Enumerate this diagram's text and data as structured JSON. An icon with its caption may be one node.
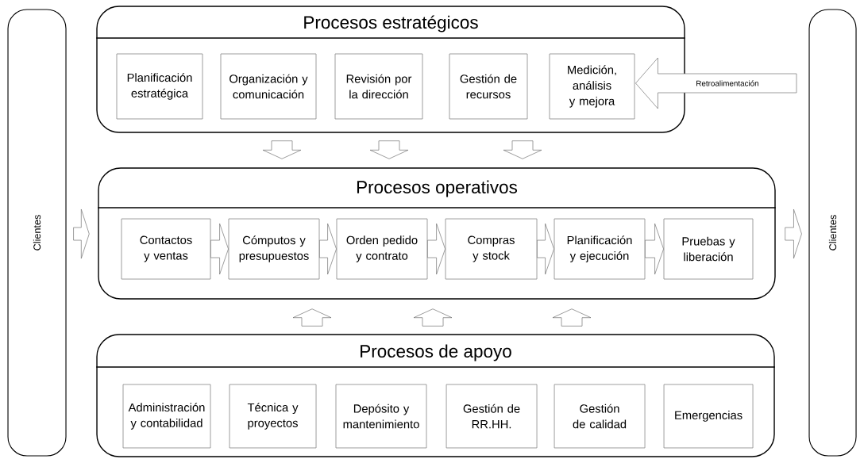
{
  "diagram": {
    "nodes": [
      {
        "text": [
          "Clientes"
        ]
      },
      {
        "text": [
          "Procesos estratégicos"
        ]
      },
      {
        "text": [
          "Planificación estratégica"
        ],
        "in": 1
      },
      {
        "text": [
          "Organización y comunicación"
        ],
        "in": 1
      },
      {
        "text": [
          "Revisión por la dirección"
        ],
        "in": 1
      },
      {
        "text": [
          "Gestión de recursos"
        ],
        "in": 1
      },
      {
        "text": [
          "Medición, análisis y mejora"
        ],
        "in": 1
      },
      {
        "text": [
          "Procesos operativos"
        ]
      },
      {
        "text": [
          "Contactos y ventas"
        ],
        "in": 7
      },
      {
        "text": [
          "Cómputos y presupuestos"
        ],
        "in": 7
      },
      {
        "text": [
          "Orden pedido y contrato"
        ],
        "in": 7
      },
      {
        "text": [
          "Compras y stock"
        ],
        "in": 7
      },
      {
        "text": [
          "Planificación y ejecución"
        ],
        "in": 7
      },
      {
        "text": [
          "Pruebas y liberación"
        ],
        "in": 7
      },
      {
        "text": [
          "Procesos de apoyo"
        ]
      },
      {
        "text": [
          "Administración y contabilidad"
        ],
        "in": 14
      },
      {
        "text": [
          "Técnica y proyectos"
        ],
        "in": 14
      },
      {
        "text": [
          "Depósito y mantenimiento"
        ],
        "in": 14
      },
      {
        "text": [
          "Gestión de RR.HH."
        ],
        "in": 14
      },
      {
        "text": [
          "Gestión de calidad"
        ],
        "in": 14
      },
      {
        "text": [
          "Emergencias"
        ],
        "in": 14
      },
      {
        "text": [
          "Clientes"
        ]
      }
    ],
    "edges": [
      {
        "from": null,
        "to": 6,
        "arrow": "to",
        "label": "Retroalimentación"
      },
      {
        "from": 1,
        "to": 7,
        "arrow": "to"
      },
      {
        "from": 1,
        "to": 7,
        "arrow": "to"
      },
      {
        "from": 1,
        "to": 7,
        "arrow": "to"
      },
      {
        "from": 0,
        "to": 7,
        "arrow": "to"
      },
      {
        "from": 8,
        "to": 9,
        "arrow": "to"
      },
      {
        "from": 9,
        "to": 10,
        "arrow": "to"
      },
      {
        "from": 10,
        "to": 11,
        "arrow": "to"
      },
      {
        "from": 11,
        "to": 12,
        "arrow": "to"
      },
      {
        "from": 12,
        "to": 13,
        "arrow": "to"
      },
      {
        "from": 7,
        "to": 21,
        "arrow": "to"
      },
      {
        "from": 14,
        "to": 7,
        "arrow": "to"
      },
      {
        "from": 14,
        "to": 7,
        "arrow": "to"
      },
      {
        "from": 14,
        "to": 7,
        "arrow": "to"
      }
    ]
  }
}
